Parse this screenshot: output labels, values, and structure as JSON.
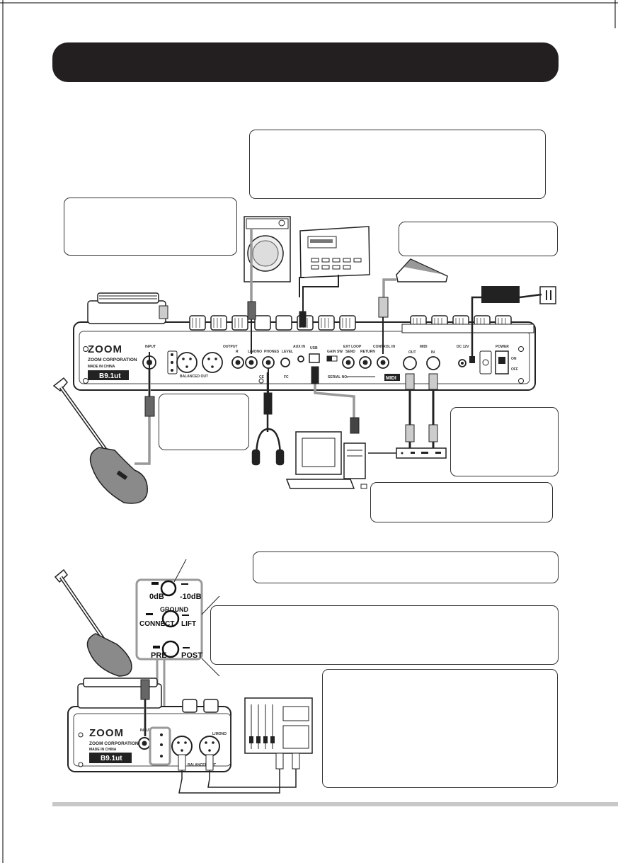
{
  "device": {
    "logo": "ZOOM",
    "company": "ZOOM CORPORATION",
    "made_in": "MADE IN CHINA",
    "model": "B9.1ut"
  },
  "rear_panel_labels": {
    "input": "INPUT",
    "output": "OUTPUT",
    "lmono": "L/MONO",
    "r": "R",
    "phones": "PHONES",
    "level": "LEVEL",
    "aux_in": "AUX IN",
    "usb": "USB",
    "ext_loop": "EXT LOOP",
    "send": "SEND",
    "return": "RETURN",
    "control_in": "CONTROL IN",
    "midi": "MIDI",
    "midi_out": "OUT",
    "midi_in": "IN",
    "dc": "DC 12V",
    "power": "POWER",
    "serial": "SERIAL NO.",
    "balanced": "BALANCED OUT",
    "gain": "GAIN SW",
    "midi_logo": "MIDI",
    "on": "ON",
    "off": "OFF"
  },
  "switch_labels": {
    "zero_db": "0dB",
    "minus_10db": "-10dB",
    "ground": "GROUND",
    "connect": "CONNECT",
    "lift": "LIFT",
    "pre": "PRE",
    "post": "POST"
  },
  "colors": {
    "title_bar": "#231f20",
    "cable_gray": "#999999",
    "panel_border": "#333333",
    "highlight_gray": "#9a9a9a"
  }
}
